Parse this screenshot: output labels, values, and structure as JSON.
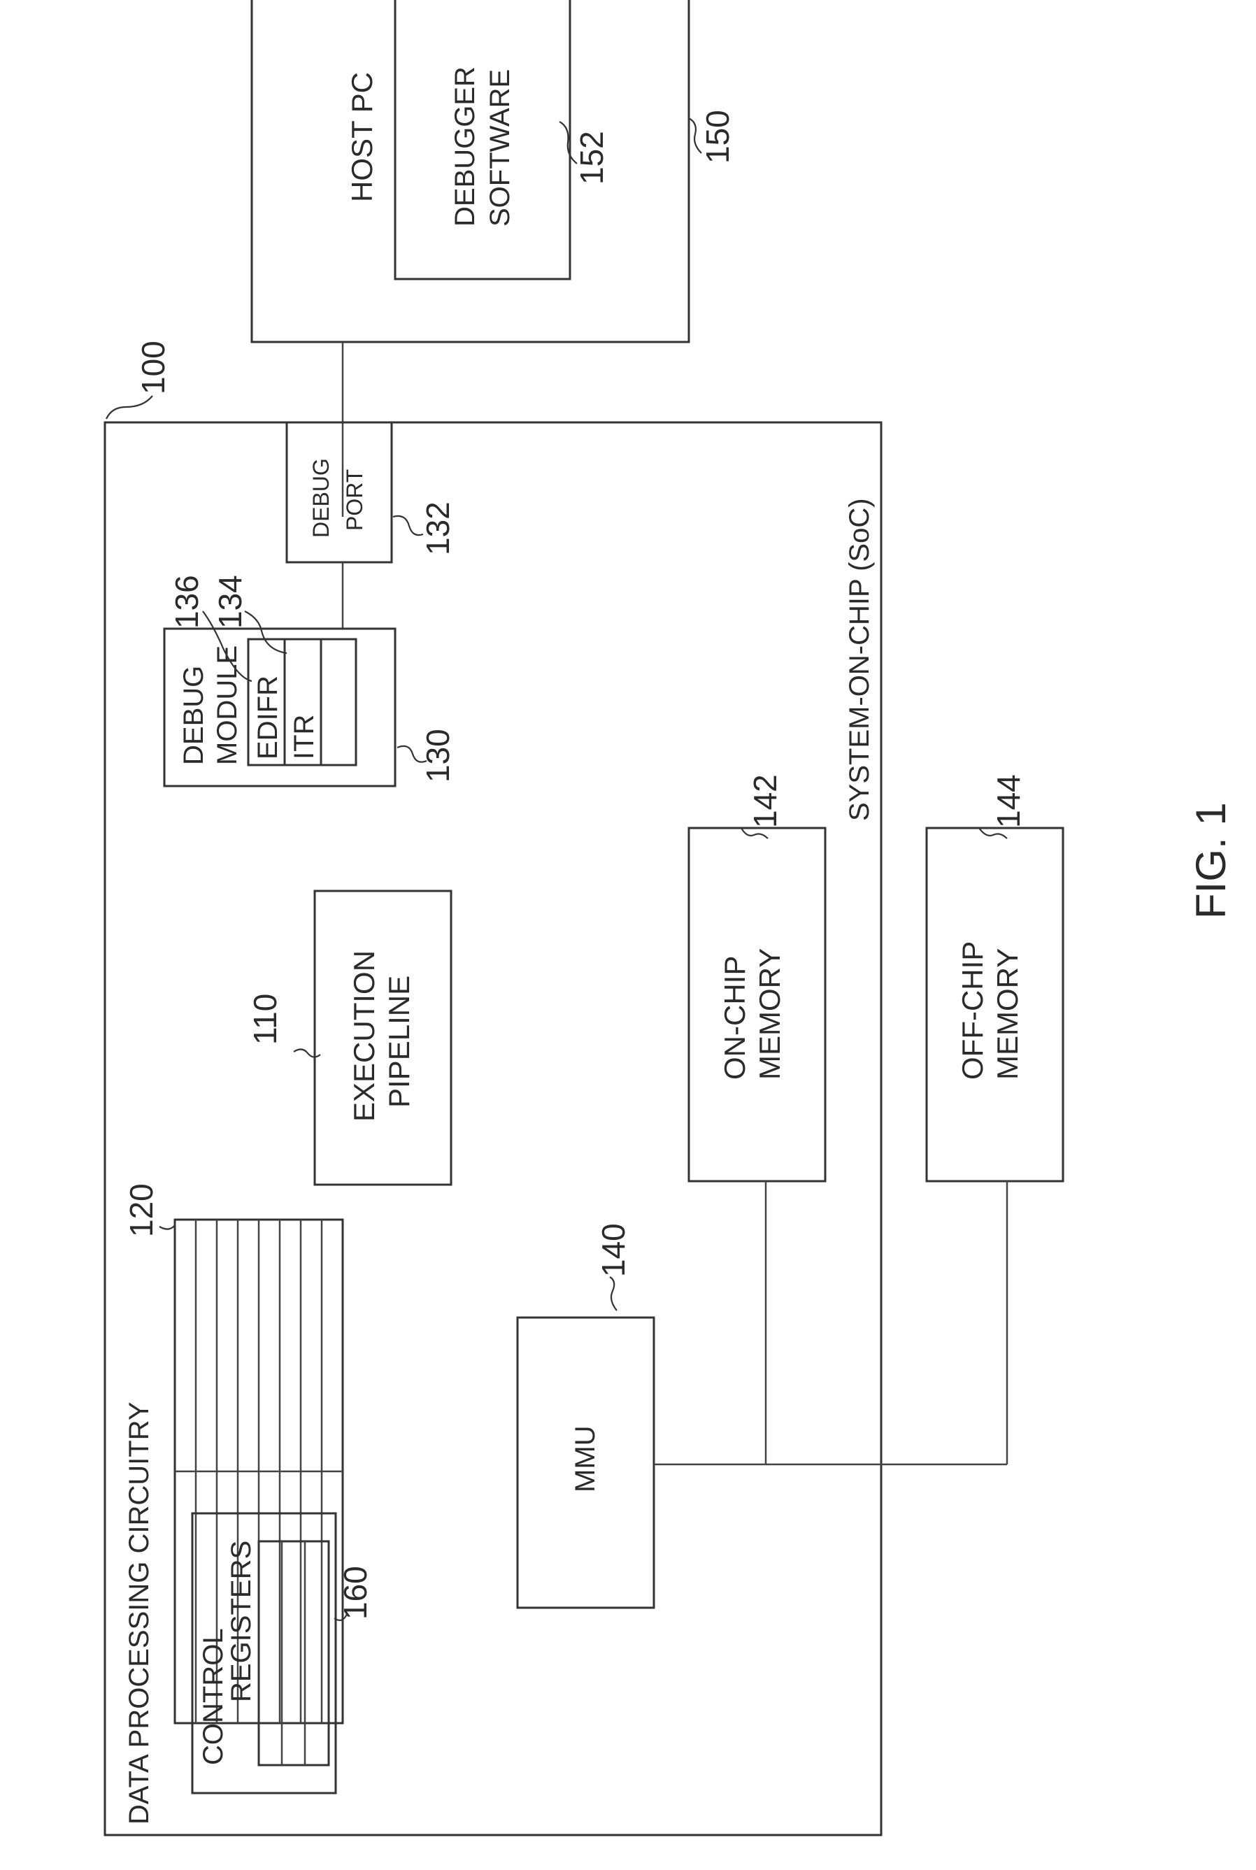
{
  "figure": {
    "caption": "FIG. 1",
    "soc": {
      "top_label": "DATA PROCESSING CIRCUITRY",
      "bottom_label": "SYSTEM-ON-CHIP (SoC)",
      "ref": "100"
    },
    "host_pc": {
      "label": "HOST PC",
      "ref": "150",
      "debugger_software": {
        "line1": "DEBUGGER",
        "line2": "SOFTWARE",
        "ref": "152"
      }
    },
    "debug_port": {
      "line1": "DEBUG",
      "line2": "PORT",
      "ref": "132"
    },
    "debug_module": {
      "line1": "DEBUG",
      "line2": "MODULE",
      "ref": "130",
      "edifr": {
        "label": "EDIFR",
        "ref": "136"
      },
      "itr": {
        "label": "ITR",
        "ref": "134"
      }
    },
    "execution_pipeline": {
      "line1": "EXECUTION",
      "line2": "PIPELINE",
      "ref": "110"
    },
    "register_file": {
      "ref": "120"
    },
    "control_registers": {
      "line1": "CONTROL",
      "line2": "REGISTERS",
      "ref": "160"
    },
    "mmu": {
      "label": "MMU",
      "ref": "140"
    },
    "on_chip_memory": {
      "line1": "ON-CHIP",
      "line2": "MEMORY",
      "ref": "142"
    },
    "off_chip_memory": {
      "line1": "OFF-CHIP",
      "line2": "MEMORY",
      "ref": "144"
    }
  }
}
